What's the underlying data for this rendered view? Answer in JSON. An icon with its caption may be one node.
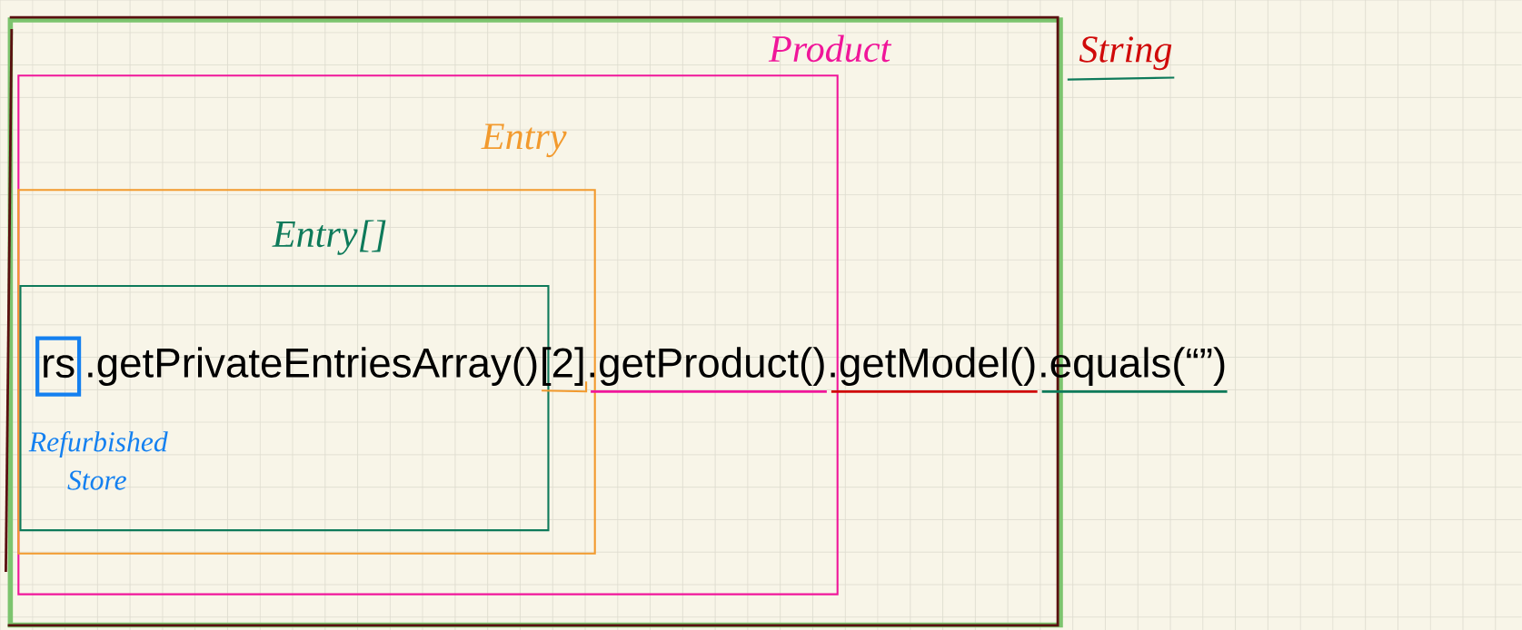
{
  "diagram": {
    "nodes": [
      {
        "text": [
          "String"
        ]
      },
      {
        "text": [
          "Product"
        ],
        "in": 0
      },
      {
        "text": [
          "Entry"
        ],
        "in": 1
      },
      {
        "text": [
          "Entry[]"
        ],
        "in": 2
      },
      {
        "text": [
          "rs"
        ],
        "beside": [
          "Refurbished Store"
        ],
        "in": 3
      }
    ],
    "labels": [
      ".getPrivateEntriesArray()",
      "[2]",
      ".getProduct()",
      ".getModel()",
      ".equals(“”)"
    ]
  }
}
